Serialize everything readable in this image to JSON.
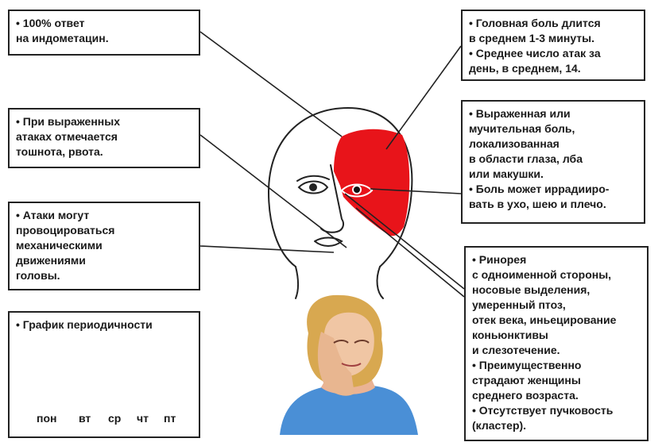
{
  "boxes": {
    "indomethacin": [
      "• 100% ответ",
      "на индометацин."
    ],
    "duration": [
      "• Головная боль длится",
      "в среднем 1-3 минуты.",
      "• Среднее число атак за",
      "день, в среднем, 14."
    ],
    "nausea": [
      "• При выраженных",
      "атаках отмечается",
      "тошнота, рвота."
    ],
    "pain": [
      "• Выраженная или",
      "мучительная боль,",
      "локализованная",
      "в области глаза, лба",
      "или макушки.",
      "• Боль может иррадиирo-",
      "вать в ухо, шею и плечо."
    ],
    "provoke": [
      "• Атаки могут",
      "провоцироваться",
      "механическими",
      "движениями",
      "головы."
    ],
    "symptoms": [
      "• Ринорея",
      "с одноименной стороны,",
      "носовые выделения,",
      "умеренный птоз,",
      "отек века, иньецирование",
      "коньюнктивы",
      "и слезотечение.",
      "• Преимущественно",
      "страдают женщины",
      "среднего возраста.",
      "• Отсутствует пучковость",
      "(кластер)."
    ]
  },
  "chart_box": {
    "title": "• График периодичности",
    "days": [
      "пон",
      "вт",
      "ср",
      "чт",
      "пт"
    ]
  },
  "colors": {
    "pain_area": "#e8141a",
    "line": "#222222"
  }
}
